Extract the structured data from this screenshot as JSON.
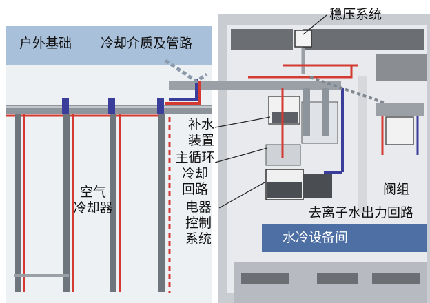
{
  "labels": {
    "outdoor_base": "户外基础",
    "coolant_and_piping": "冷却介质及管路",
    "voltage_stabilizing_system": "稳压系统",
    "makeup_water_device": [
      "补水",
      "装置"
    ],
    "main_circulation_loop": [
      "主循环",
      "冷却",
      "回路"
    ],
    "electrical_control_system": [
      "电器",
      "控制",
      "系统"
    ],
    "air_cooler": [
      "空气",
      "冷却器"
    ],
    "valve_group": "阀组",
    "deionized_water_outlet_loop": "去离子水出力回路",
    "water_cooling_equipment_room": "水冷设备间"
  },
  "colors": {
    "pipe_red": "#d23a32",
    "pipe_blue": "#3a3d9a",
    "floor_blue": "#4d6fa3",
    "zone_light_blue": "#9fb8d6"
  }
}
